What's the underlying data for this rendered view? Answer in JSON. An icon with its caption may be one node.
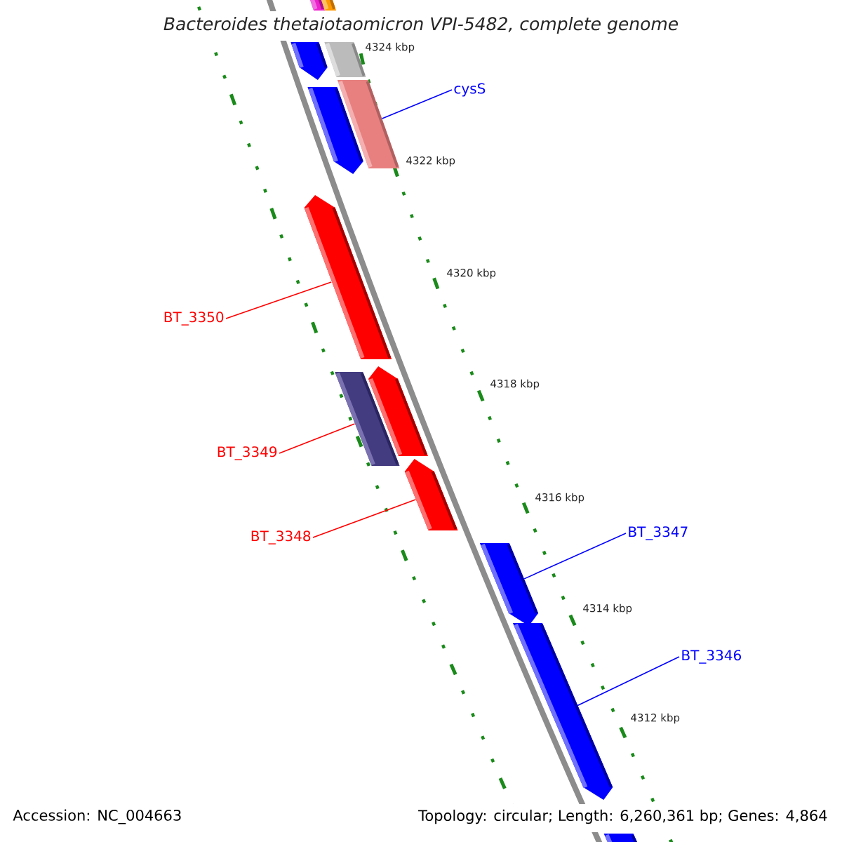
{
  "diagram": {
    "title": "Bacteroides thetaiotaomicron VPI-5482, complete genome",
    "nodes": [
      {
        "text": [
          "cysS"
        ]
      },
      {
        "text": [
          "BT_3350"
        ]
      },
      {
        "text": [
          "BT_3349"
        ]
      },
      {
        "text": [
          "BT_3348"
        ]
      },
      {
        "text": [
          "BT_3347"
        ]
      },
      {
        "text": [
          "BT_3346"
        ]
      },
      {
        "text": [],
        "shape": "bar"
      },
      {
        "text": [],
        "shape": "bar"
      },
      {
        "text": [],
        "shape": "bar"
      },
      {
        "text": [],
        "shape": "bar"
      },
      {
        "text": [],
        "shape": "bar"
      },
      {
        "text": [],
        "shape": "bar"
      },
      {
        "text": [],
        "shape": "bar"
      },
      {
        "text": [],
        "shape": "bar"
      },
      {
        "text": [],
        "shape": "bar"
      },
      {
        "text": [],
        "shape": "bar"
      },
      {
        "text": [],
        "shape": "bar"
      },
      {
        "text": [],
        "shape": "bar"
      },
      {
        "text": [],
        "shape": "bar"
      }
    ],
    "edges": [
      {
        "from": 0,
        "to": 11,
        "arrow": "none",
        "color": "#0000ff"
      },
      {
        "from": 1,
        "to": 12,
        "arrow": "none",
        "color": "#ff0000"
      },
      {
        "from": 2,
        "to": 14,
        "arrow": "none",
        "color": "#ff0000"
      },
      {
        "from": 3,
        "to": 15,
        "arrow": "none",
        "color": "#ff0000"
      },
      {
        "from": 4,
        "to": 16,
        "arrow": "none",
        "color": "#0000ff"
      },
      {
        "from": 5,
        "to": 17,
        "arrow": "none",
        "color": "#0000ff"
      }
    ],
    "labels": [
      "4324 kbp",
      "4322 kbp",
      "4320 kbp",
      "4318 kbp",
      "4316 kbp",
      "4314 kbp",
      "4312 kbp",
      "Accession: NC_004663",
      "Topology: circular; Length: 6,260,361 bp; Genes: 4,864"
    ]
  }
}
